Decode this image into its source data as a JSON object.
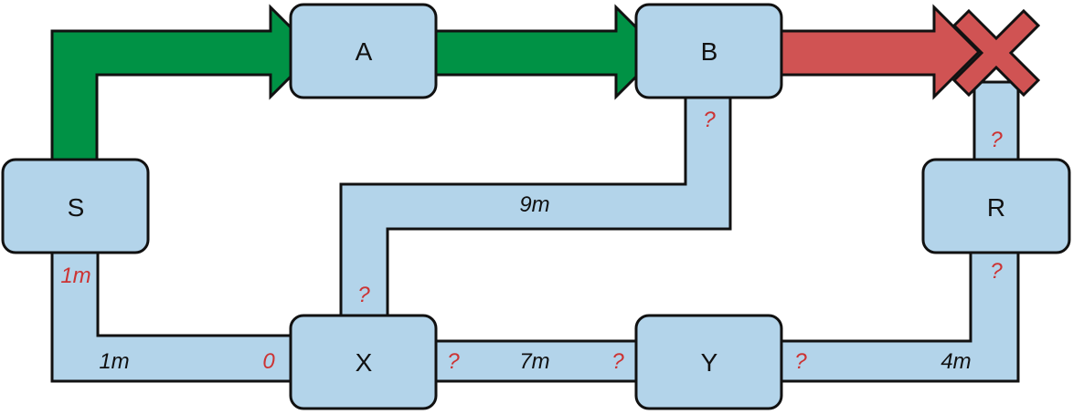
{
  "diagram": {
    "nodes": {
      "s": "S",
      "a": "A",
      "b": "B",
      "r": "R",
      "x": "X",
      "y": "Y"
    },
    "labels": {
      "s_x_distance": "1m",
      "s_out_marker": "1m",
      "x_in_marker": "0",
      "x_y_distance": "7m",
      "x_out_marker": "?",
      "y_in_marker": "?",
      "y_r_distance": "4m",
      "y_out_marker": "?",
      "r_in_bottom_marker": "?",
      "r_top_marker": "?",
      "x_b_distance": "9m",
      "x_up_marker": "?",
      "b_down_marker": "?"
    },
    "colors": {
      "node_fill": "#b3d4ea",
      "path_fill": "#b3d4ea",
      "active_path": "#009245",
      "failed_path": "#d05353",
      "failed_mark": "#d05353",
      "outline": "#111111",
      "marker_text": "#cc3333"
    },
    "icons": {
      "failed_mark": "x-cross-icon"
    }
  }
}
